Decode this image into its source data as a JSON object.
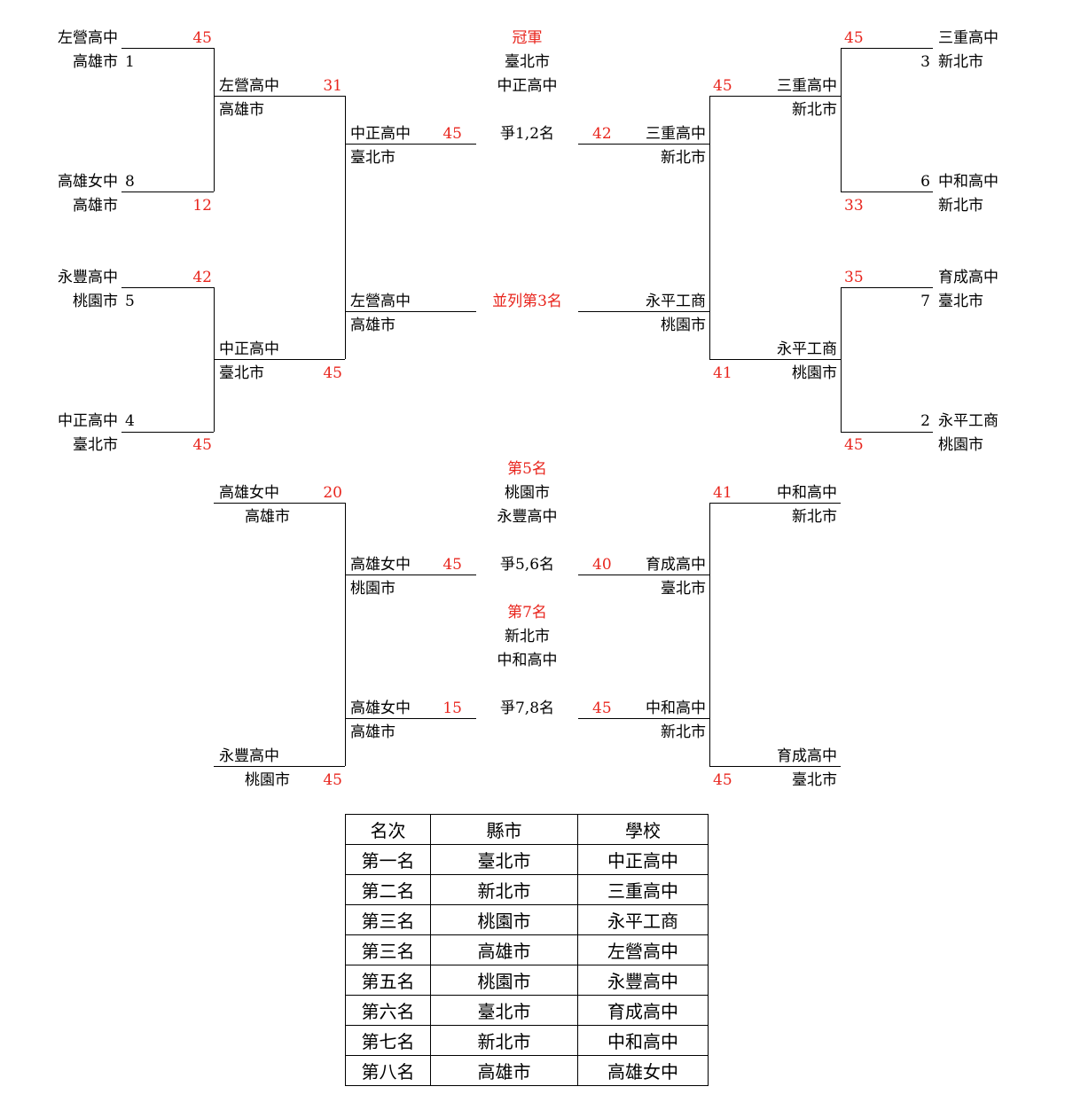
{
  "left": {
    "r1": [
      {
        "school": "左營高中",
        "city": "高雄市",
        "seed": "1",
        "score": "45"
      },
      {
        "school": "高雄女中",
        "city": "高雄市",
        "seed": "8",
        "score": "12"
      },
      {
        "school": "永豐高中",
        "city": "桃園市",
        "seed": "5",
        "score": "42"
      },
      {
        "school": "中正高中",
        "city": "臺北市",
        "seed": "4",
        "score": "45"
      }
    ],
    "qf": [
      {
        "school": "左營高中",
        "city": "高雄市",
        "score": "31"
      },
      {
        "school": "中正高中",
        "city": "臺北市",
        "score": "45"
      }
    ],
    "sf": [
      {
        "school": "中正高中",
        "city": "臺北市",
        "score": "45"
      },
      {
        "school": "左營高中",
        "city": "高雄市"
      }
    ]
  },
  "right": {
    "r1": [
      {
        "school": "三重高中",
        "city": "新北市",
        "seed": "3",
        "score": "45"
      },
      {
        "school": "中和高中",
        "city": "新北市",
        "seed": "6",
        "score": "33"
      },
      {
        "school": "育成高中",
        "city": "臺北市",
        "seed": "7",
        "score": "35"
      },
      {
        "school": "永平工商",
        "city": "桃園市",
        "seed": "2",
        "score": "45"
      }
    ],
    "qf": [
      {
        "school": "三重高中",
        "city": "新北市",
        "score": "45"
      },
      {
        "school": "永平工商",
        "city": "桃園市",
        "score": "41"
      }
    ],
    "sf": [
      {
        "school": "三重高中",
        "city": "新北市",
        "score": "42"
      },
      {
        "school": "永平工商",
        "city": "桃園市"
      }
    ]
  },
  "center": {
    "champion_label": "冠軍",
    "champion_city": "臺北市",
    "champion_school": "中正高中",
    "final_label": "爭1,2名",
    "third_label": "並列第3名",
    "fifth_label": "第5名",
    "fifth_city": "桃園市",
    "fifth_school": "永豐高中",
    "match56_label": "爭5,6名",
    "seventh_label": "第7名",
    "seventh_city": "新北市",
    "seventh_school": "中和高中",
    "match78_label": "爭7,8名"
  },
  "placement": {
    "left": {
      "a": {
        "school": "高雄女中",
        "city": "高雄市",
        "score": "20"
      },
      "b": {
        "school": "永豐高中",
        "city": "桃園市",
        "score": "45"
      },
      "w": {
        "school": "高雄女中",
        "city": "桃園市",
        "score": "45"
      },
      "l": {
        "school": "高雄女中",
        "city": "高雄市",
        "score": "15"
      }
    },
    "right": {
      "a": {
        "school": "中和高中",
        "city": "新北市",
        "score": "41"
      },
      "b": {
        "school": "育成高中",
        "city": "臺北市",
        "score": "45"
      },
      "w": {
        "school": "育成高中",
        "city": "臺北市",
        "score": "40"
      },
      "l": {
        "school": "中和高中",
        "city": "新北市",
        "score": "45"
      }
    }
  },
  "rank_table": {
    "headers": [
      "名次",
      "縣市",
      "學校"
    ],
    "rows": [
      [
        "第一名",
        "臺北市",
        "中正高中"
      ],
      [
        "第二名",
        "新北市",
        "三重高中"
      ],
      [
        "第三名",
        "桃園市",
        "永平工商"
      ],
      [
        "第三名",
        "高雄市",
        "左營高中"
      ],
      [
        "第五名",
        "桃園市",
        "永豐高中"
      ],
      [
        "第六名",
        "臺北市",
        "育成高中"
      ],
      [
        "第七名",
        "新北市",
        "中和高中"
      ],
      [
        "第八名",
        "高雄市",
        "高雄女中"
      ]
    ]
  }
}
